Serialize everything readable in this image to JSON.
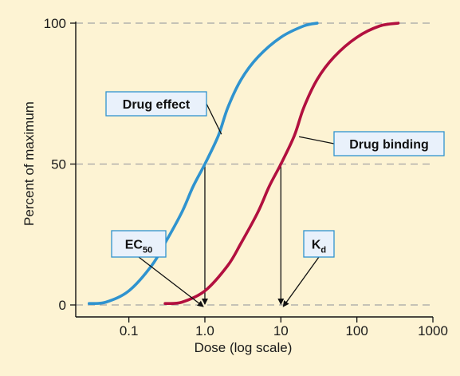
{
  "chart_data": {
    "type": "line",
    "title": "",
    "xlabel": "Dose (log scale)",
    "ylabel": "Percent of maximum",
    "x_scale": "log",
    "xlim": [
      0.02,
      1000
    ],
    "ylim": [
      0,
      100
    ],
    "x_ticks": [
      "0.1",
      "1.0",
      "10",
      "100",
      "1000"
    ],
    "y_ticks": [
      "0",
      "50",
      "100"
    ],
    "grid": "dashed horizontal at 0, 50, 100",
    "series": [
      {
        "key": "effect",
        "color": "#2f93cf",
        "x": [
          0.03,
          0.05,
          0.1,
          0.2,
          0.3,
          0.5,
          0.7,
          1.0,
          1.5,
          2,
          3,
          5,
          10,
          20,
          30
        ],
        "y": [
          0.5,
          1,
          5,
          14,
          22,
          33,
          42,
          50,
          60,
          70,
          80,
          88,
          95,
          99,
          100
        ]
      },
      {
        "key": "binding",
        "color": "#b2103f",
        "x": [
          0.3,
          0.5,
          1,
          2,
          3,
          5,
          7,
          10,
          15,
          20,
          30,
          50,
          100,
          200,
          350
        ],
        "y": [
          0.5,
          1,
          5,
          14,
          22,
          33,
          42,
          50,
          60,
          70,
          80,
          88,
          95,
          99,
          100
        ]
      }
    ],
    "annotations": [
      {
        "key": "effect",
        "text": "Drug effect",
        "sub": ""
      },
      {
        "key": "binding",
        "text": "Drug binding",
        "sub": ""
      },
      {
        "key": "ec50",
        "text": "EC",
        "sub": "50",
        "x": 1.0,
        "y": 0
      },
      {
        "key": "kd",
        "text": "K",
        "sub": "d",
        "x": 10,
        "y": 0
      }
    ],
    "drop_lines": [
      {
        "x": 1.0,
        "y": 50
      },
      {
        "x": 10,
        "y": 50
      }
    ]
  }
}
